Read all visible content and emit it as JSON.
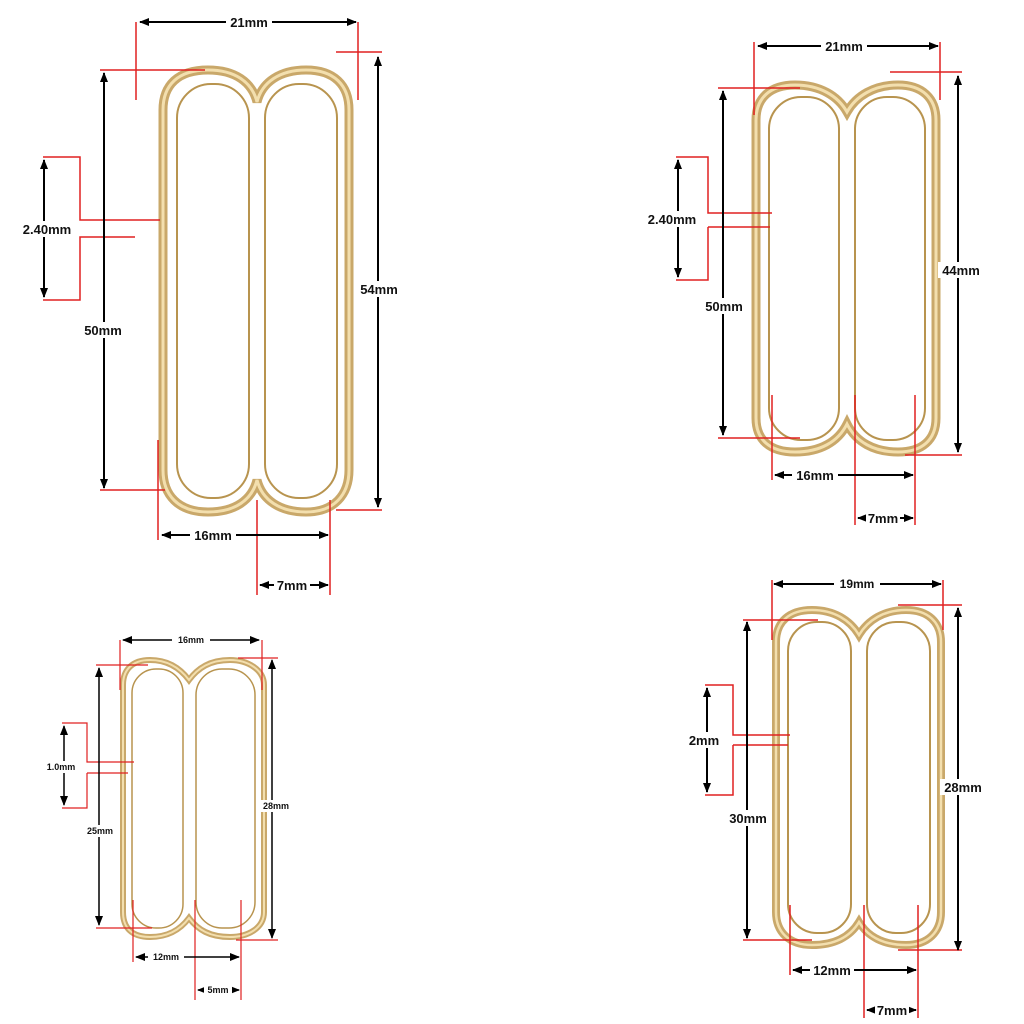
{
  "colors": {
    "metal_outer": "#c9a86a",
    "metal_inner": "#f3dfae",
    "metal_edge": "#9c7b3f",
    "guide_red": "#e02020",
    "arrow_black": "#000000",
    "background": "#ffffff"
  },
  "buckles": [
    {
      "id": "large",
      "labels": {
        "total_width": "21mm",
        "total_height": "54mm",
        "inner_height": "50mm",
        "wire_thickness": "2.40mm",
        "slot_width": "16mm",
        "bar_gap": "7mm"
      }
    },
    {
      "id": "medium",
      "labels": {
        "total_width": "21mm",
        "total_height": "44mm",
        "inner_height": "50mm",
        "wire_thickness": "2.40mm",
        "slot_width": "16mm",
        "bar_gap": "7mm"
      }
    },
    {
      "id": "small",
      "labels": {
        "total_width": "16mm",
        "total_height": "28mm",
        "inner_height": "25mm",
        "wire_thickness": "1.0mm",
        "slot_width": "12mm",
        "bar_gap": "5mm"
      }
    },
    {
      "id": "mid-small",
      "labels": {
        "total_width": "19mm",
        "total_height": "28mm",
        "inner_height": "30mm",
        "wire_thickness": "2mm",
        "slot_width": "12mm",
        "bar_gap": "7mm"
      }
    }
  ]
}
